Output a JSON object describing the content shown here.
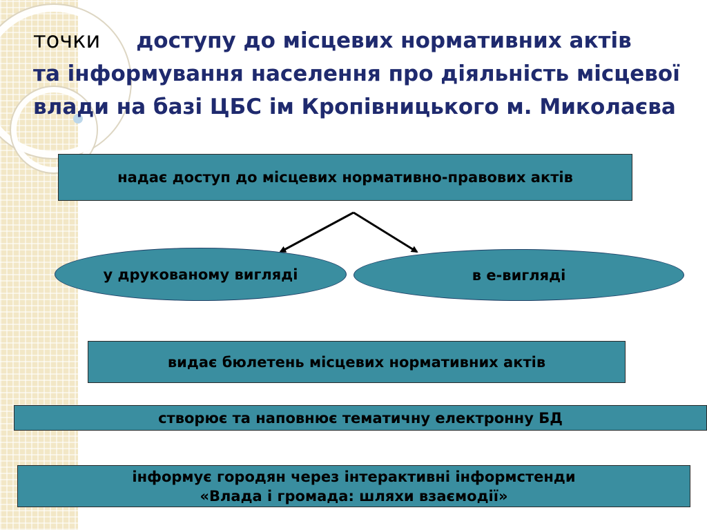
{
  "title": {
    "lead": "точки",
    "line1": "доступу до місцевих нормативних актів",
    "line2": "та інформування населення про діяльність місцевої",
    "line3": "влади на базі ЦБС ім Кропівницького м. Миколаєва"
  },
  "diagram": {
    "top_box": "надає доступ до місцевих нормативно-правових актів",
    "branch_left": "у друкованому вигляді",
    "branch_right": "в е-вигляді",
    "box_bulletin": "видає бюлетень місцевих нормативних актів",
    "box_database": "створює та наповнює тематичну електронну БД",
    "box_inform_line1": "інформує городян через інтерактивні інформстенди",
    "box_inform_line2": "«Влада і громада: шляхи взаємодії»"
  },
  "colors": {
    "box_fill": "#3a8ea0",
    "title_text": "#1f2a6e",
    "side_strip": "#f2e7c6"
  }
}
